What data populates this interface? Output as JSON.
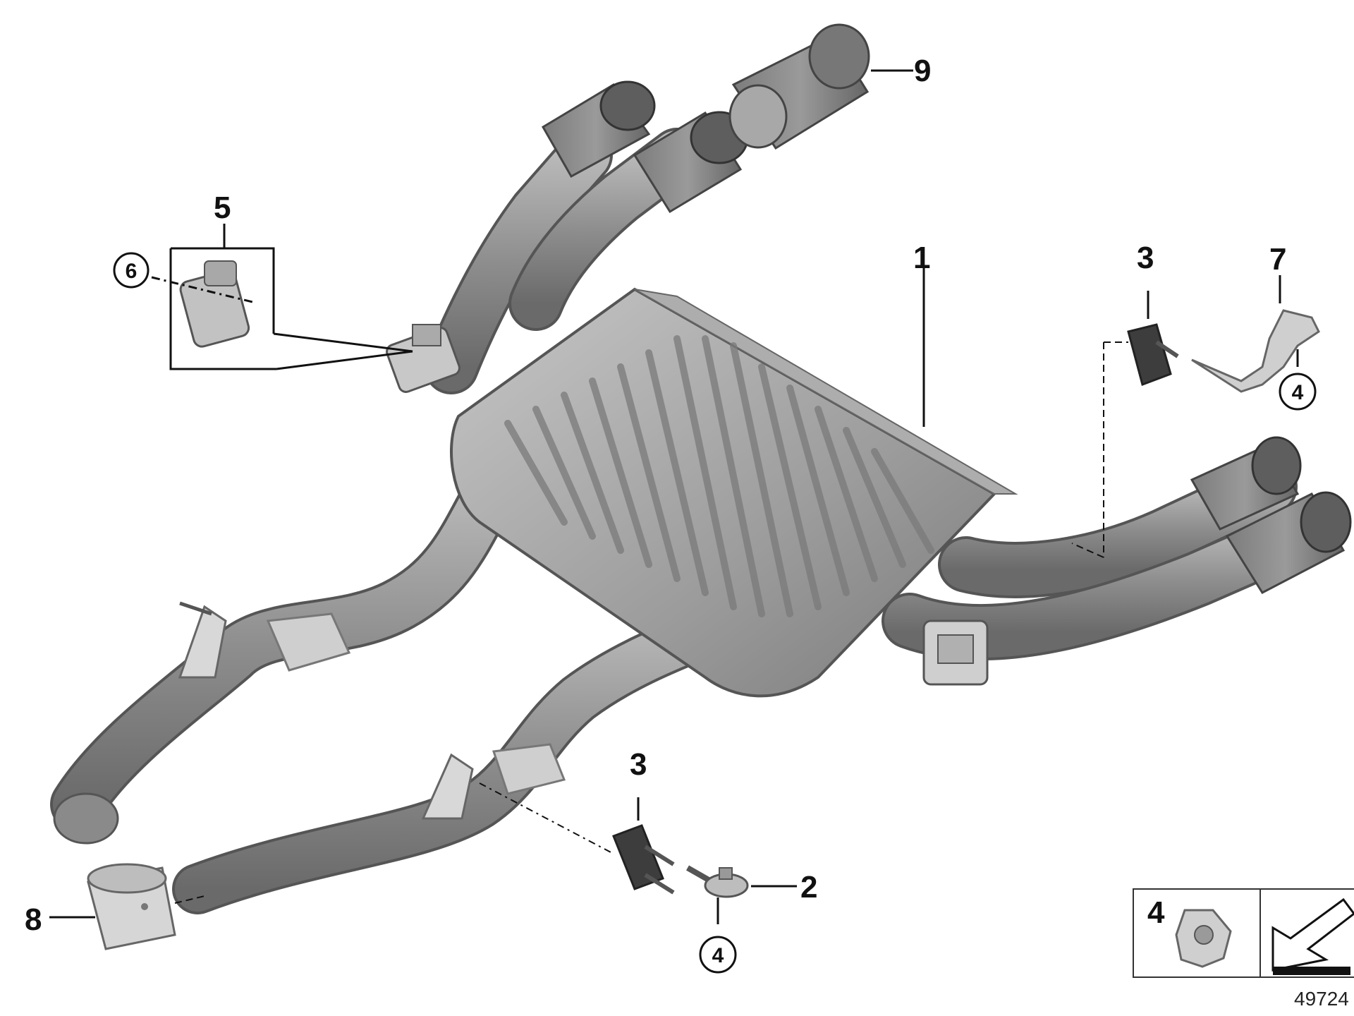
{
  "diagram": {
    "callouts": {
      "c1": "1",
      "c2": "2",
      "c3a": "3",
      "c3b": "3",
      "c5": "5",
      "c7": "7",
      "c8": "8",
      "c9": "9"
    },
    "circled": {
      "c6": "6",
      "c4a": "4",
      "c4b": "4"
    },
    "legend": {
      "item_number": "4"
    },
    "diagram_id": "49724"
  }
}
